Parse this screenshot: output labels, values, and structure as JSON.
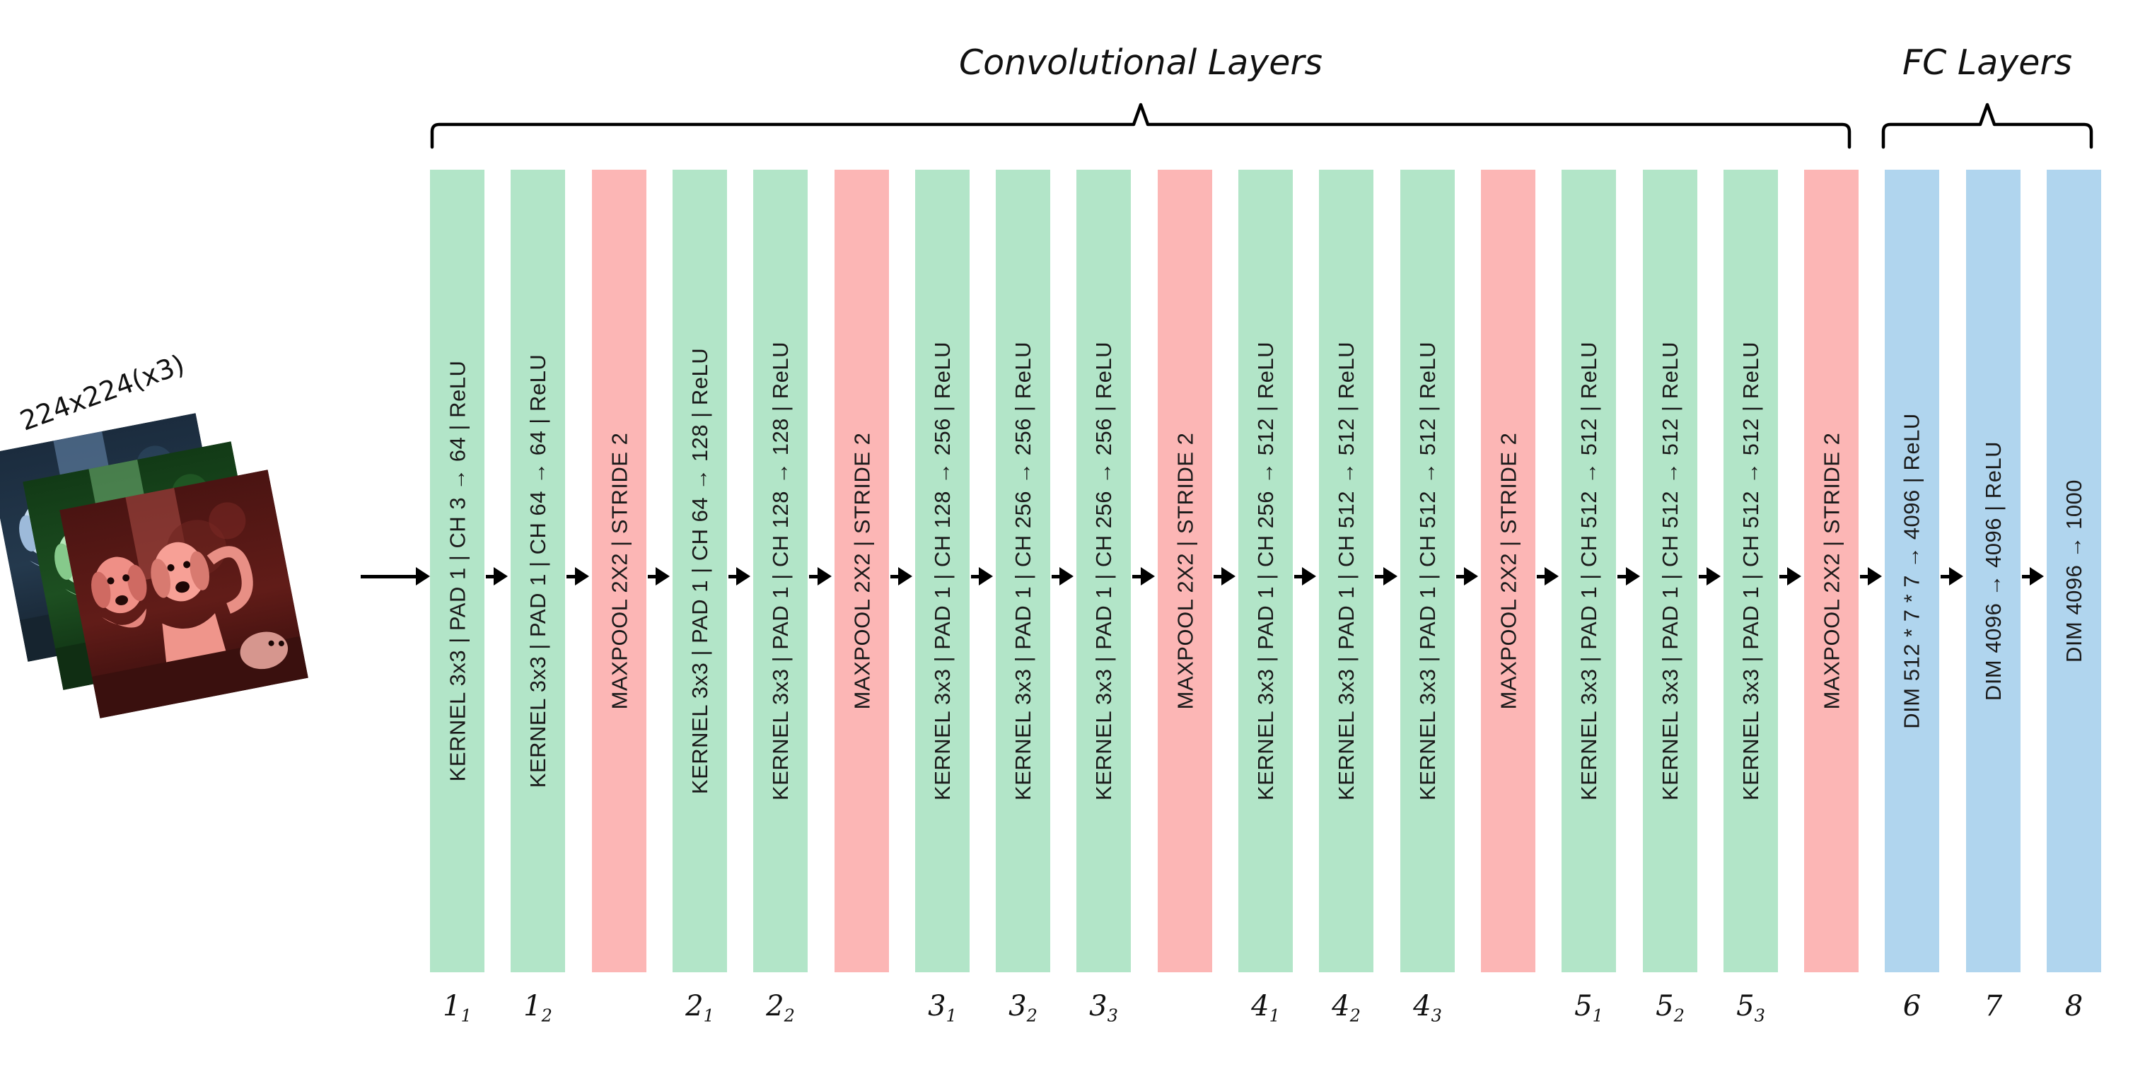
{
  "diagram": {
    "title": "VGG-16 architecture block diagram",
    "background": "#ffffff",
    "colors": {
      "conv": "#b2e5c8",
      "pool": "#fcb6b5",
      "fc": "#b0d5ee",
      "stroke": "#000000"
    }
  },
  "sections": [
    {
      "id": "conv",
      "label": "Convolutional Layers"
    },
    {
      "id": "fc",
      "label": "FC Layers"
    }
  ],
  "input": {
    "caption": "224x224(x3)",
    "channels": [
      "blue-channel",
      "green-channel",
      "red-channel"
    ],
    "subject": "three dogs and a cat photograph"
  },
  "layers": [
    {
      "kind": "conv",
      "label": "KERNEL 3x3 | PAD 1 | CH  3 → 64 | ReLU",
      "index": "1",
      "sub": "1"
    },
    {
      "kind": "conv",
      "label": "KERNEL 3x3 | PAD 1 | CH 64 → 64 | ReLU",
      "index": "1",
      "sub": "2"
    },
    {
      "kind": "pool",
      "label": "MAXPOOL 2X2 | STRIDE 2",
      "index": "",
      "sub": ""
    },
    {
      "kind": "conv",
      "label": "KERNEL 3x3 | PAD 1 | CH 64 → 128 | ReLU",
      "index": "2",
      "sub": "1"
    },
    {
      "kind": "conv",
      "label": "KERNEL 3x3 | PAD 1 | CH 128 → 128 | ReLU",
      "index": "2",
      "sub": "2"
    },
    {
      "kind": "pool",
      "label": "MAXPOOL 2X2 | STRIDE 2",
      "index": "",
      "sub": ""
    },
    {
      "kind": "conv",
      "label": "KERNEL 3x3 | PAD 1 | CH 128 → 256 | ReLU",
      "index": "3",
      "sub": "1"
    },
    {
      "kind": "conv",
      "label": "KERNEL 3x3 | PAD 1 | CH 256 → 256 | ReLU",
      "index": "3",
      "sub": "2"
    },
    {
      "kind": "conv",
      "label": "KERNEL 3x3 | PAD 1 | CH 256 → 256 | ReLU",
      "index": "3",
      "sub": "3"
    },
    {
      "kind": "pool",
      "label": "MAXPOOL 2X2 | STRIDE 2",
      "index": "",
      "sub": ""
    },
    {
      "kind": "conv",
      "label": "KERNEL 3x3 | PAD 1 | CH 256 → 512 | ReLU",
      "index": "4",
      "sub": "1"
    },
    {
      "kind": "conv",
      "label": "KERNEL 3x3 | PAD 1 | CH 512 → 512 | ReLU",
      "index": "4",
      "sub": "2"
    },
    {
      "kind": "conv",
      "label": "KERNEL 3x3 | PAD 1 | CH 512 → 512 | ReLU",
      "index": "4",
      "sub": "3"
    },
    {
      "kind": "pool",
      "label": "MAXPOOL 2X2 | STRIDE 2",
      "index": "",
      "sub": ""
    },
    {
      "kind": "conv",
      "label": "KERNEL 3x3 | PAD 1 | CH 512 → 512 | ReLU",
      "index": "5",
      "sub": "1"
    },
    {
      "kind": "conv",
      "label": "KERNEL 3x3 | PAD 1 | CH 512 → 512 | ReLU",
      "index": "5",
      "sub": "2"
    },
    {
      "kind": "conv",
      "label": "KERNEL 3x3 | PAD 1 | CH 512 → 512 | ReLU",
      "index": "5",
      "sub": "3"
    },
    {
      "kind": "pool",
      "label": "MAXPOOL 2X2 | STRIDE 2",
      "index": "",
      "sub": ""
    },
    {
      "kind": "fc",
      "label": "DIM 512 * 7 * 7 → 4096 | ReLU",
      "index": "6",
      "sub": ""
    },
    {
      "kind": "fc",
      "label": "DIM 4096 → 4096 | ReLU",
      "index": "7",
      "sub": ""
    },
    {
      "kind": "fc",
      "label": "DIM 4096 → 1000",
      "index": "8",
      "sub": ""
    }
  ]
}
